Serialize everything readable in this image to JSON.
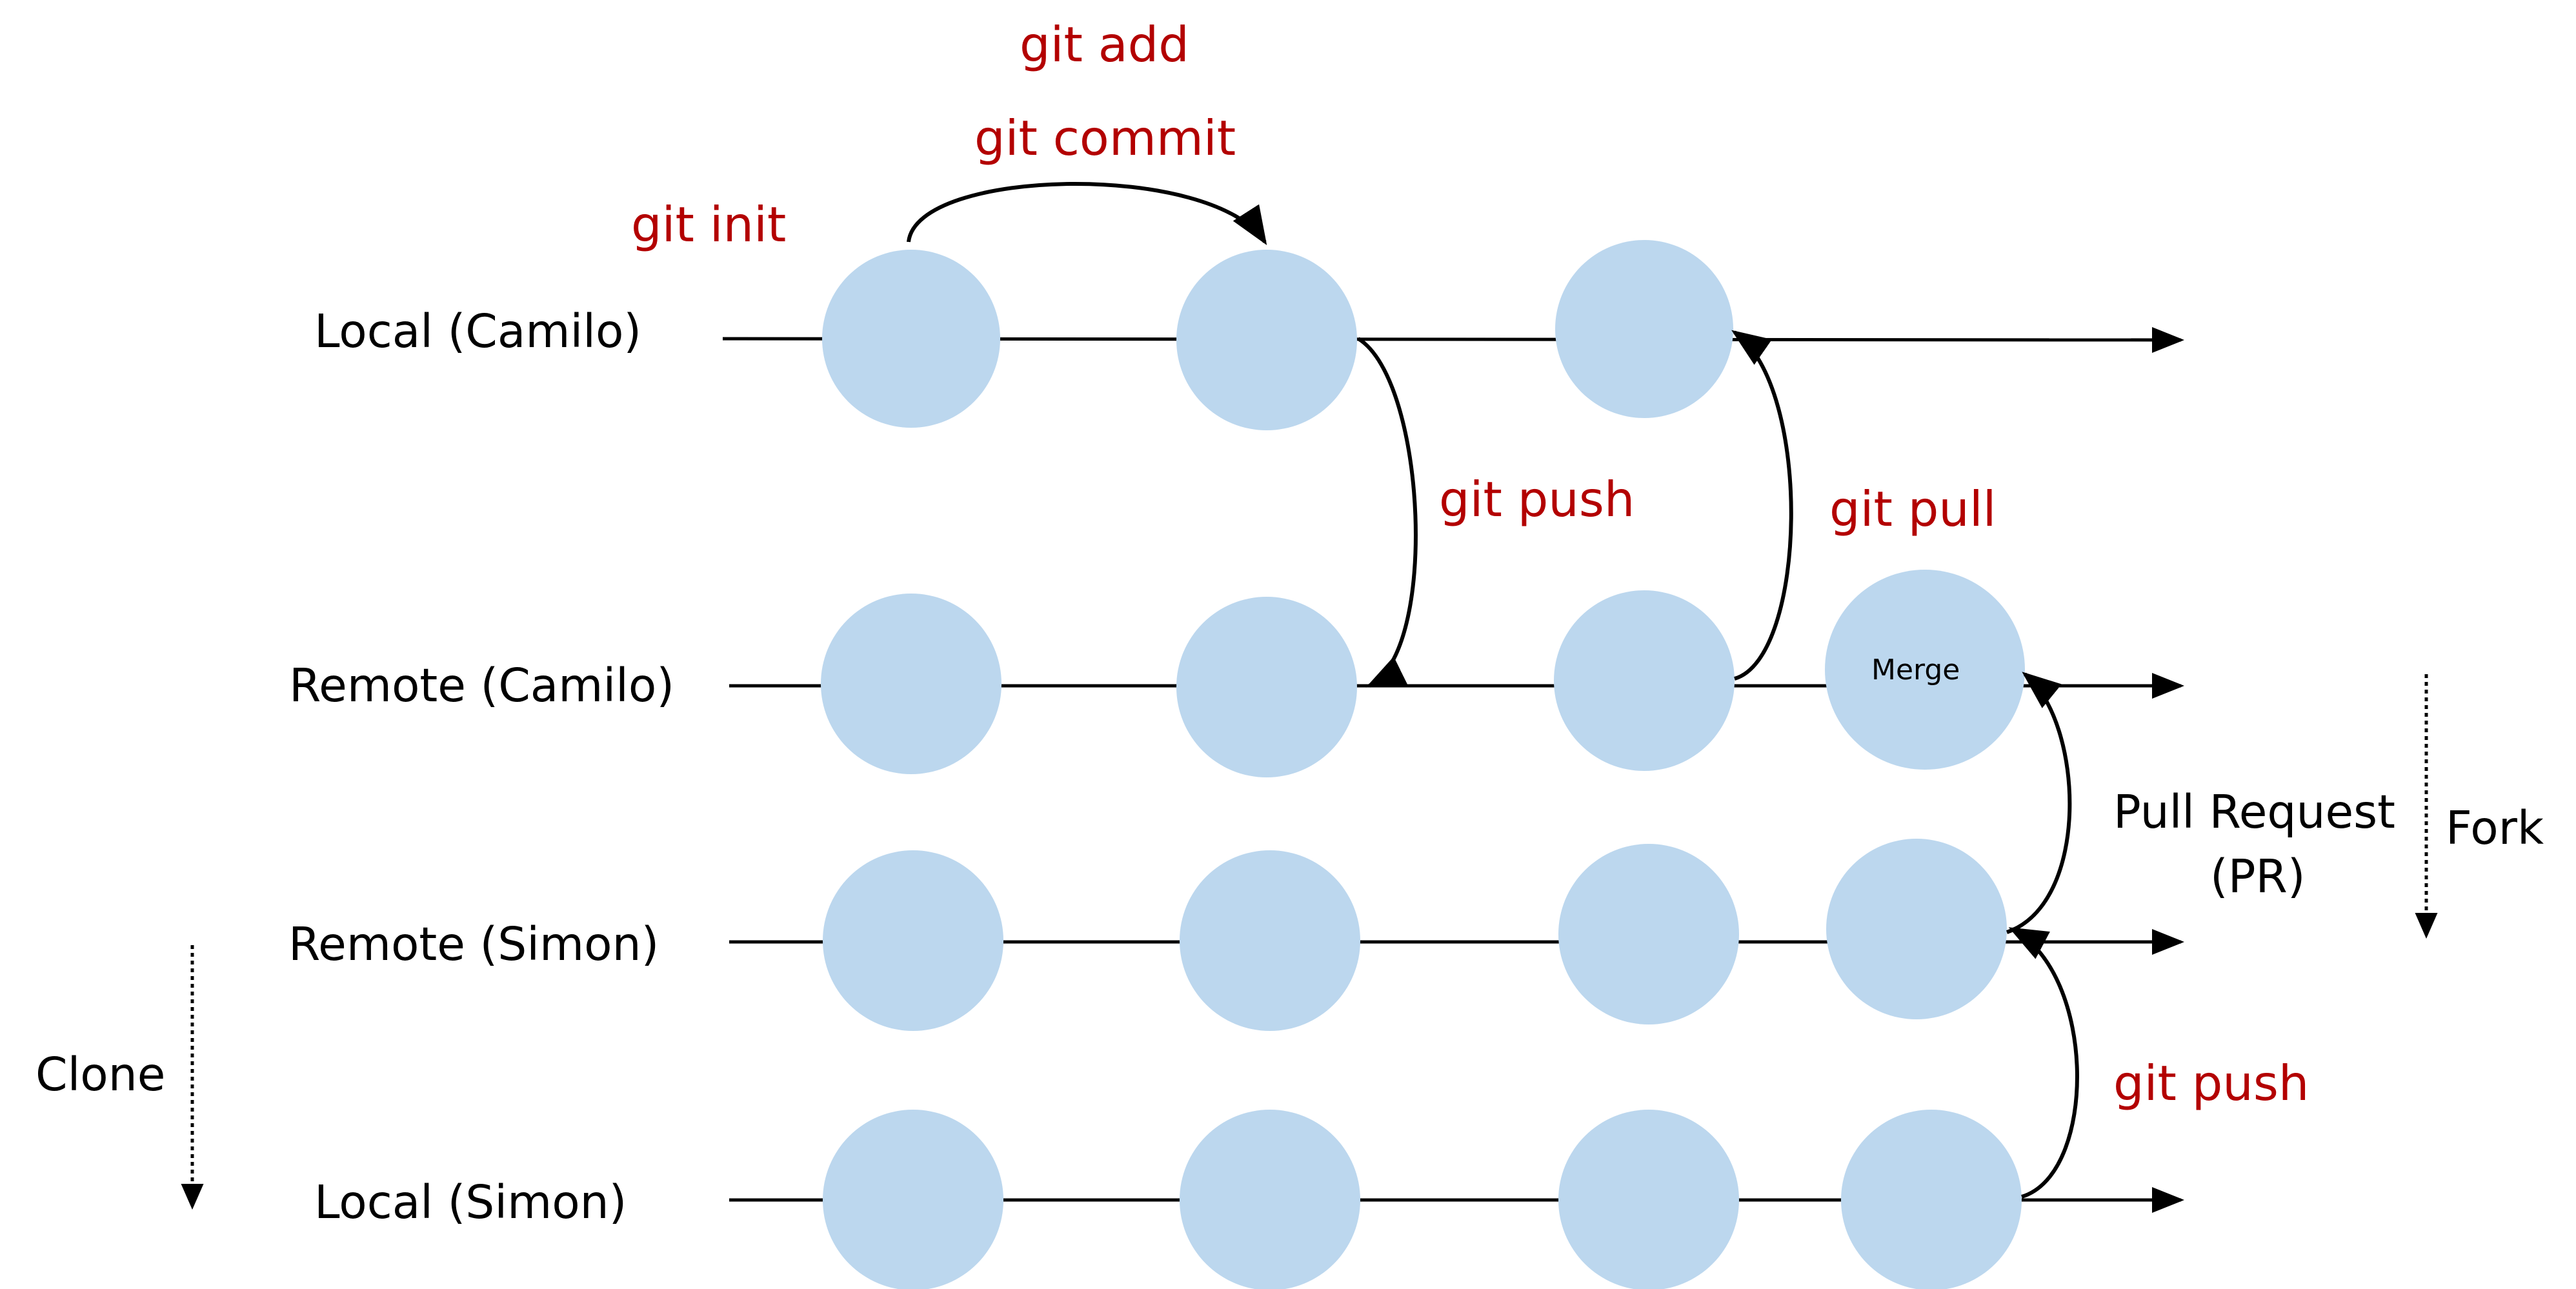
{
  "branches": {
    "local_camilo": "Local (Camilo)",
    "remote_camilo": "Remote (Camilo)",
    "remote_simon": "Remote (Simon)",
    "local_simon": "Local (Simon)"
  },
  "commands": {
    "git_add": "git add",
    "git_commit": "git commit",
    "git_init": "git init",
    "git_push_camilo": "git push",
    "git_pull": "git pull",
    "git_push_simon": "git push"
  },
  "notes": {
    "clone": "Clone",
    "fork": "Fork",
    "pull_request_line1": "Pull Request",
    "pull_request_line2": "(PR)"
  },
  "merge_node_label": "Merge",
  "colors": {
    "node_fill": "#bcd7ee",
    "command_text": "#b30000",
    "line": "#000000"
  }
}
